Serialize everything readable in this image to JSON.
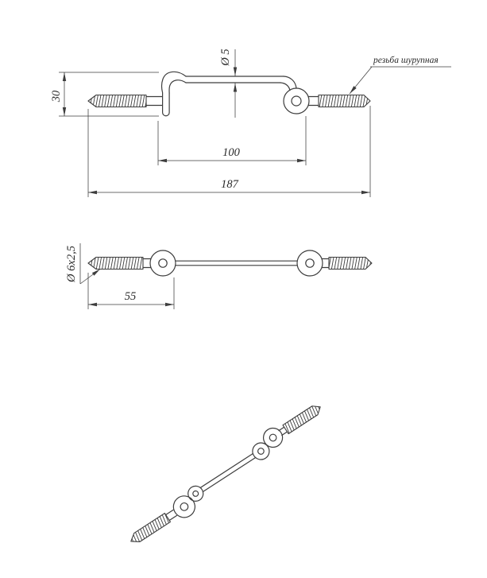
{
  "drawing": {
    "line_color": "#3d3d3d",
    "background": "#ffffff",
    "front": {
      "dim_height": "30",
      "dim_wire": "Ø 5",
      "dim_hook": "100",
      "dim_total": "187",
      "note_thread": "резьба шурупная"
    },
    "plan": {
      "dim_thread": "Ø 6x2,5",
      "dim_offset": "55"
    }
  }
}
